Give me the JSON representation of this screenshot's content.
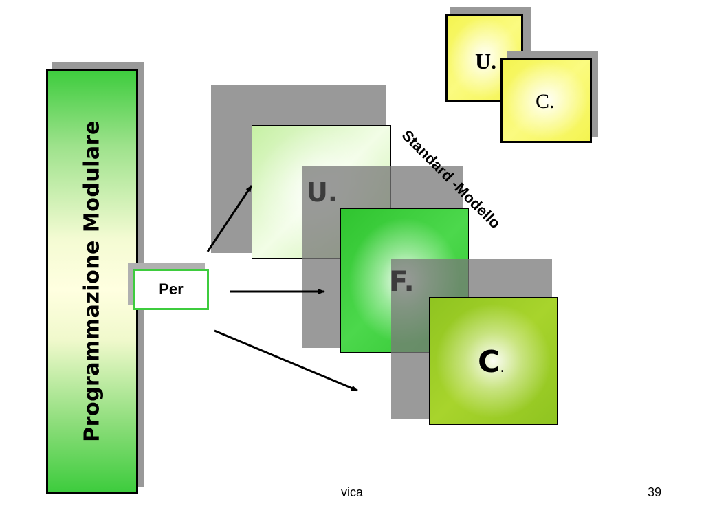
{
  "title_bar": {
    "text": "Programmazione Modulare"
  },
  "per_box": {
    "label": "Per"
  },
  "blocks": {
    "u": {
      "letter": "U",
      "dot": "."
    },
    "f": {
      "letter": "F",
      "dot": "."
    },
    "c": {
      "letter": "C",
      "dot": "."
    }
  },
  "standard_label": "Standard -Modello",
  "mini": {
    "u": "U.",
    "c": "C."
  },
  "footer": {
    "center": "vica",
    "page": "39"
  },
  "colors": {
    "title_bar": "#3ecc3e",
    "per_border": "#3ecc3e",
    "u_block": "#c6f0a4",
    "f_block": "#2fc42f",
    "c_block": "#8fc420",
    "mini_blocks": "#f4f450",
    "shadow": "#999999"
  }
}
